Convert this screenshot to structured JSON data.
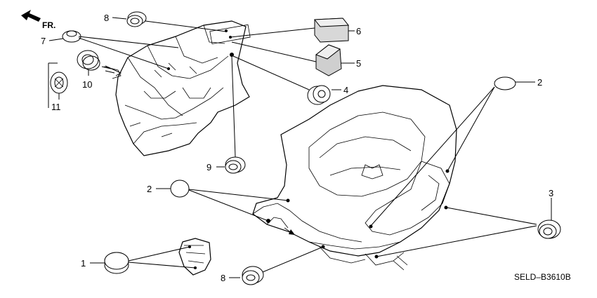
{
  "diagram_code": "SELD–B3610B",
  "front_direction_label": "FR.",
  "callouts": [
    {
      "key": "c1",
      "text": "1"
    },
    {
      "key": "c2a",
      "text": "2"
    },
    {
      "key": "c2b",
      "text": "2"
    },
    {
      "key": "c3",
      "text": "3"
    },
    {
      "key": "c4",
      "text": "4"
    },
    {
      "key": "c5",
      "text": "5"
    },
    {
      "key": "c6",
      "text": "6"
    },
    {
      "key": "c7",
      "text": "7"
    },
    {
      "key": "c8a",
      "text": "8"
    },
    {
      "key": "c8b",
      "text": "8"
    },
    {
      "key": "c9",
      "text": "9"
    },
    {
      "key": "c10",
      "text": "10"
    },
    {
      "key": "c11",
      "text": "11"
    }
  ]
}
